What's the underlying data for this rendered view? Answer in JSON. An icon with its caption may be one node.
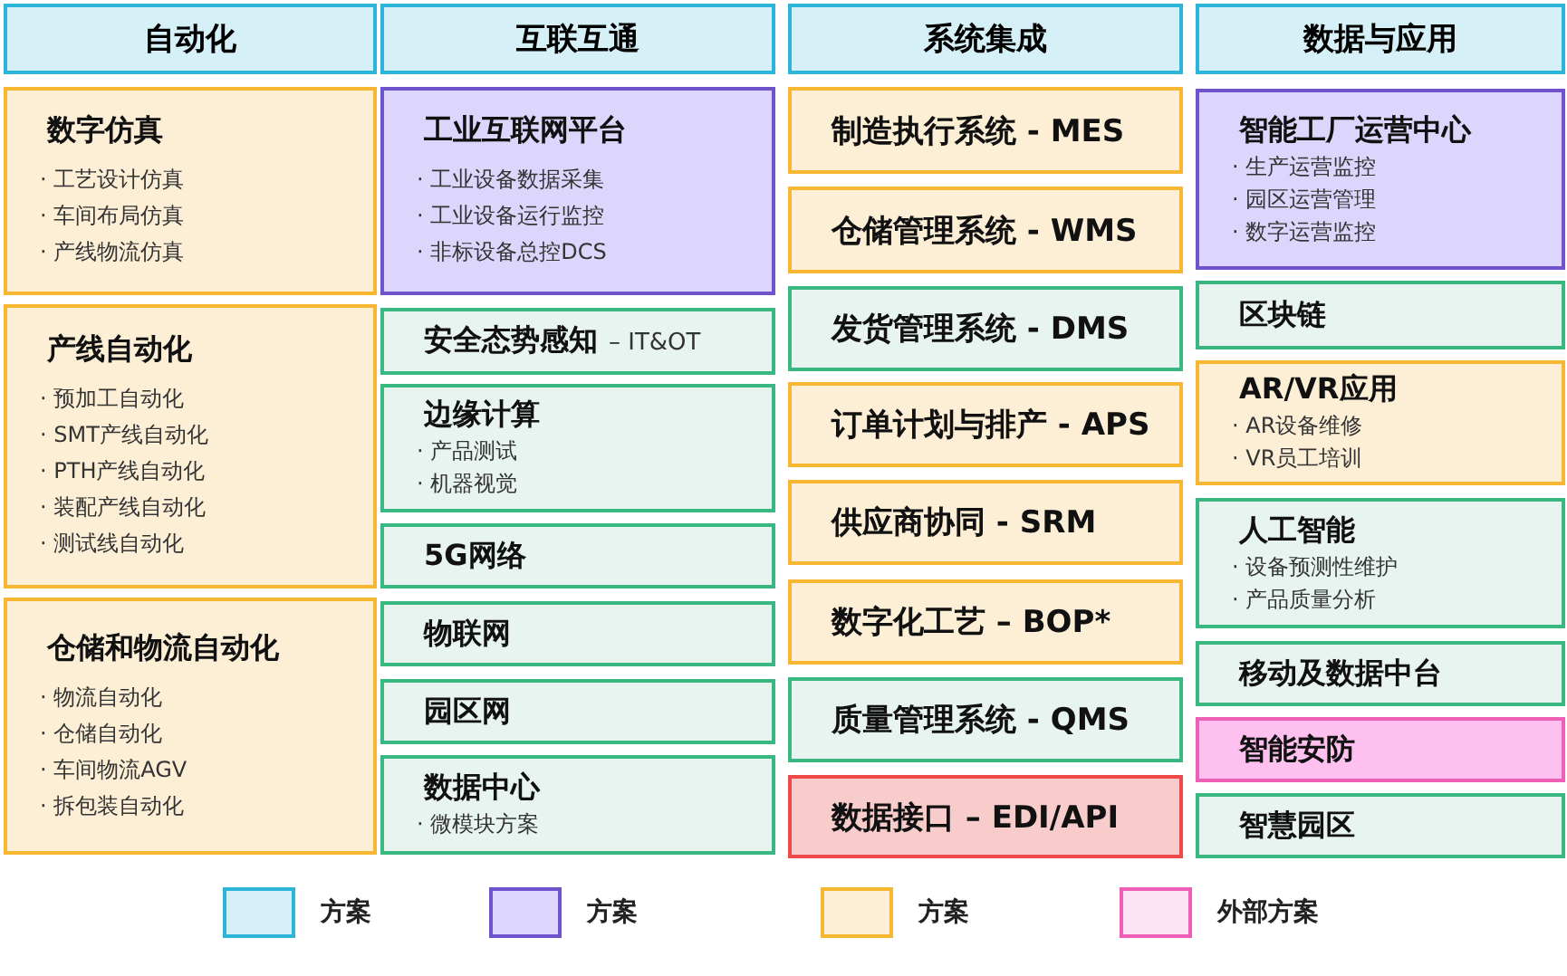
{
  "diagram": {
    "nodes": [
      {
        "text": [
          "自动化"
        ]
      },
      {
        "text": [
          "互联互通"
        ]
      },
      {
        "text": [
          "系统集成"
        ]
      },
      {
        "text": [
          "数据与应用"
        ]
      },
      {
        "text": [
          "数字仿真",
          "· 工艺设计仿真",
          "· 车间布局仿真",
          "· 产线物流仿真"
        ]
      },
      {
        "text": [
          "产线自动化",
          "· 预加工自动化",
          "· SMT产线自动化",
          "· PTH产线自动化",
          "· 装配产线自动化",
          "· 测试线自动化"
        ]
      },
      {
        "text": [
          "仓储和物流自动化",
          "· 物流自动化",
          "· 仓储自动化",
          "· 车间物流AGV",
          "· 拆包装自动化"
        ]
      },
      {
        "text": [
          "工业互联网平台",
          "· 工业设备数据采集",
          "· 工业设备运行监控",
          "· 非标设备总控DCS"
        ]
      },
      {
        "text": [
          "安全态势感知",
          "– IT&OT"
        ]
      },
      {
        "text": [
          "边缘计算",
          "· 产品测试",
          "· 机器视觉"
        ]
      },
      {
        "text": [
          "5G网络"
        ]
      },
      {
        "text": [
          "物联网"
        ]
      },
      {
        "text": [
          "园区网"
        ]
      },
      {
        "text": [
          "数据中心",
          "· 微模块方案"
        ]
      },
      {
        "text": [
          "制造执行系统 - MES"
        ]
      },
      {
        "text": [
          "仓储管理系统 - WMS"
        ]
      },
      {
        "text": [
          "发货管理系统 - DMS"
        ]
      },
      {
        "text": [
          "订单计划与排产 - APS"
        ]
      },
      {
        "text": [
          "供应商协同 - SRM"
        ]
      },
      {
        "text": [
          "数字化工艺 – BOP*"
        ]
      },
      {
        "text": [
          "质量管理系统 - QMS"
        ]
      },
      {
        "text": [
          "数据接口 – EDI/API"
        ]
      },
      {
        "text": [
          "智能工厂运营中心",
          "· 生产运营监控",
          "· 园区运营管理",
          "· 数字运营监控"
        ]
      },
      {
        "text": [
          "区块链"
        ]
      },
      {
        "text": [
          "AR/VR应用",
          "· AR设备维修",
          "· VR员工培训"
        ]
      },
      {
        "text": [
          "人工智能",
          "· 设备预测性维护",
          "· 产品质量分析"
        ]
      },
      {
        "text": [
          "移动及数据中台"
        ]
      },
      {
        "text": [
          "智能安防"
        ]
      },
      {
        "text": [
          "智慧园区"
        ]
      }
    ],
    "legend": [
      {
        "text": "方案",
        "color": "#d4eff8"
      },
      {
        "text": "方案",
        "color": "#dcd6fc"
      },
      {
        "text": "方案",
        "color": "#fdefd6"
      },
      {
        "text": "外部方案",
        "color": "#fde4f4"
      }
    ]
  }
}
